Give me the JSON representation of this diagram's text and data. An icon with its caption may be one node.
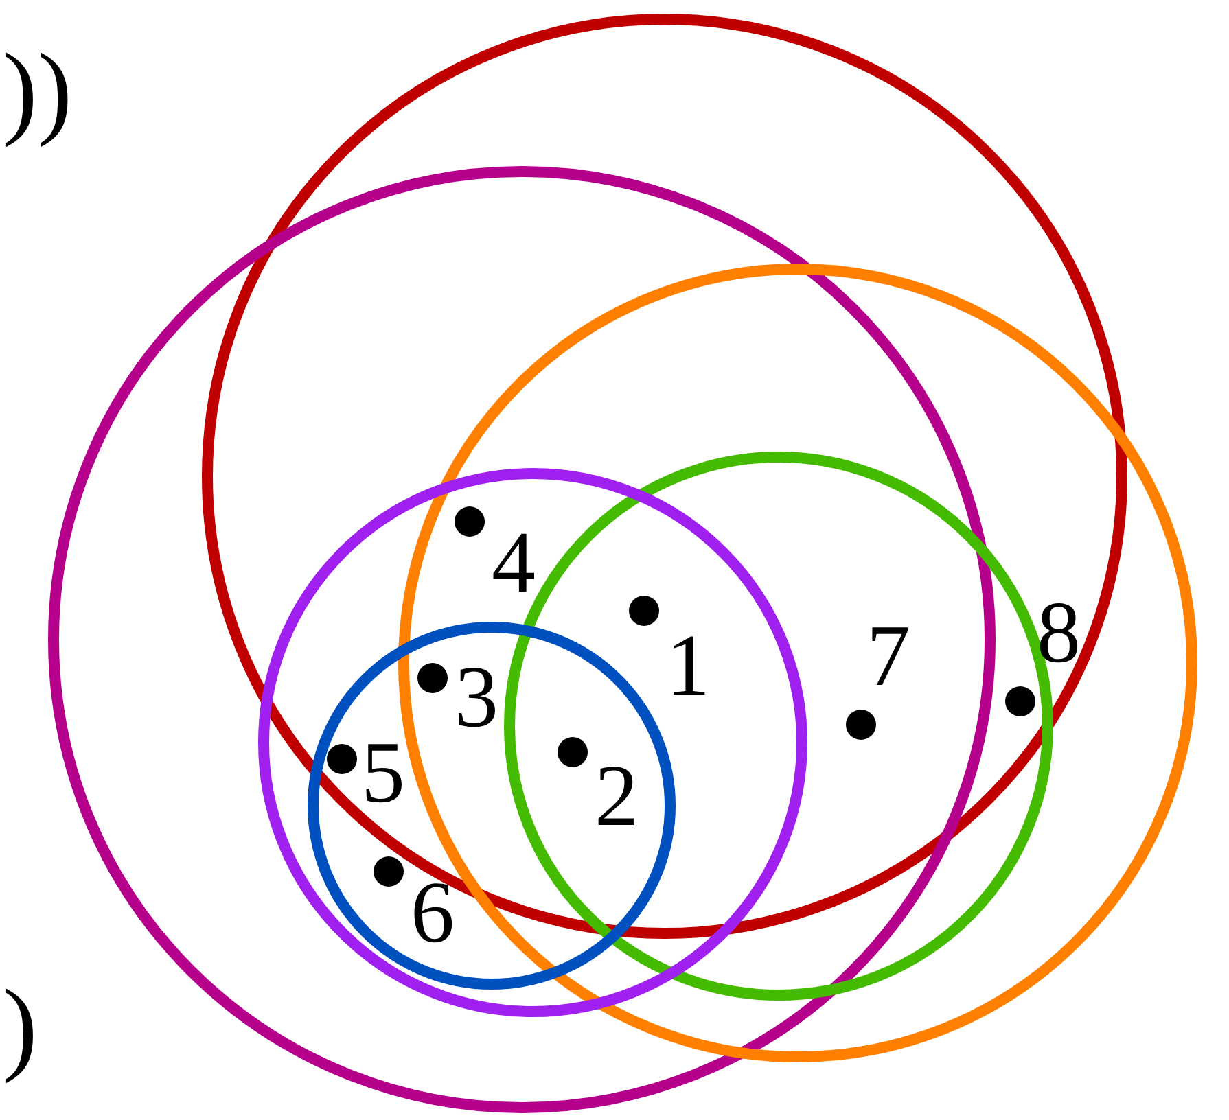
{
  "diagram": {
    "nodes": [
      {
        "text": [
          "4"
        ]
      },
      {
        "text": [
          "1"
        ]
      },
      {
        "text": [
          "7"
        ]
      },
      {
        "text": [
          "8"
        ]
      },
      {
        "text": [
          "3"
        ]
      },
      {
        "text": [
          "2"
        ]
      },
      {
        "text": [
          "5"
        ]
      },
      {
        "text": [
          "6"
        ]
      }
    ],
    "labels": [
      "))",
      ")"
    ]
  }
}
